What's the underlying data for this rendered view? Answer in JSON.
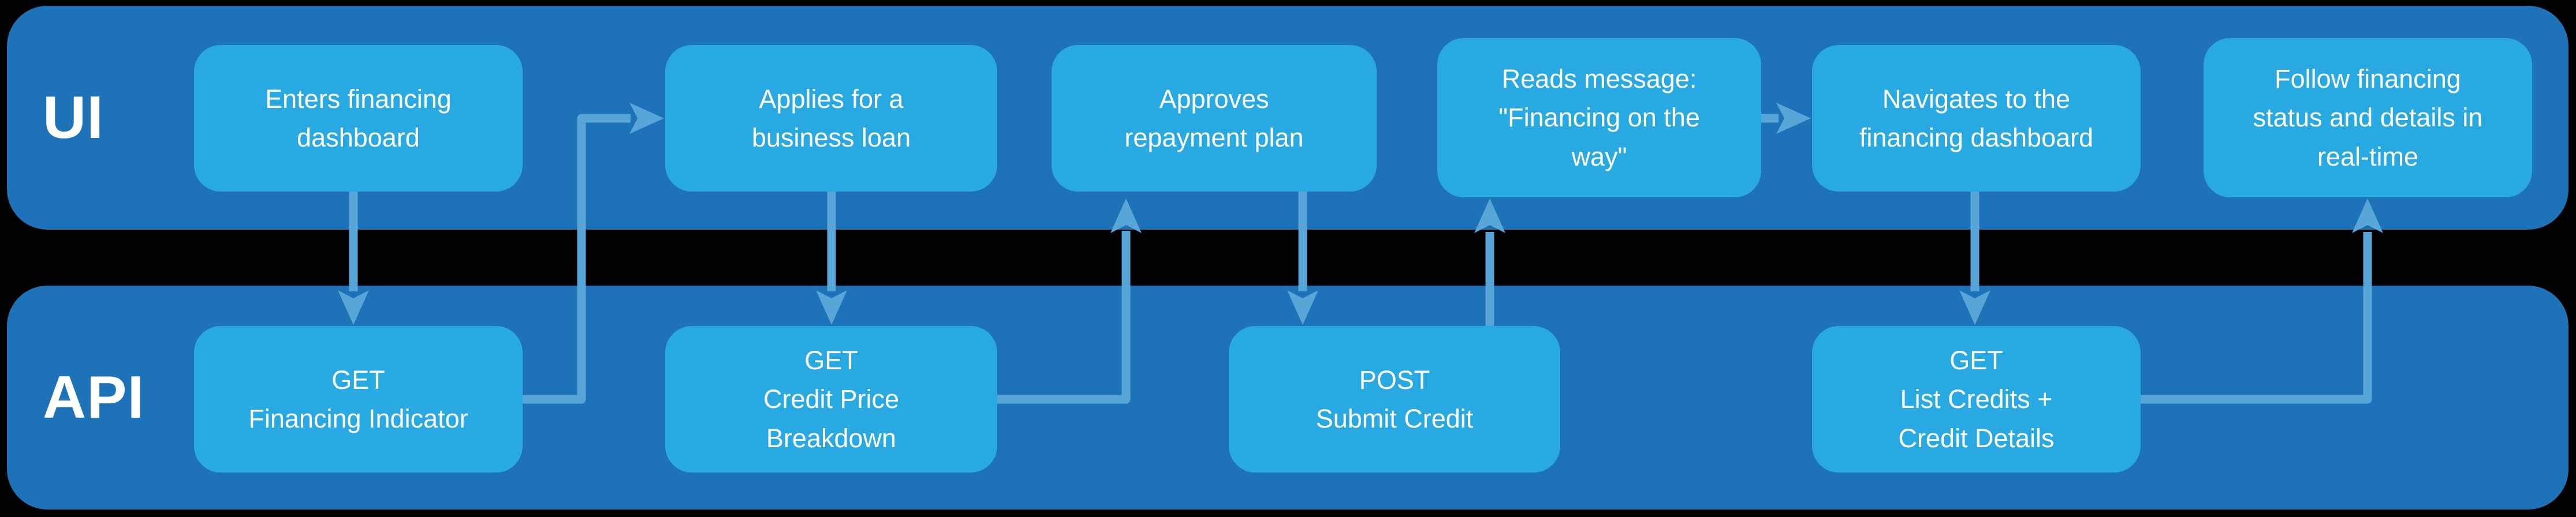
{
  "diagram": {
    "type": "swimlane-flow",
    "colors": {
      "background": "#000000",
      "lane_fill": "#1e73b8",
      "node_fill": "#29a9e1",
      "arrow": "#58a5d8",
      "text": "#ffffff"
    },
    "lanes": [
      {
        "label": "UI"
      },
      {
        "label": "API"
      }
    ],
    "ui_steps": [
      {
        "label": "Enters financing\ndashboard"
      },
      {
        "label": "Applies for a\nbusiness loan"
      },
      {
        "label": "Approves\nrepayment plan"
      },
      {
        "label": "Reads message:\n\"Financing on the\nway\""
      },
      {
        "label": "Navigates to the\nfinancing dashboard"
      },
      {
        "label": "Follow financing\nstatus and details in\nreal-time"
      }
    ],
    "api_steps": [
      {
        "label": "GET\nFinancing Indicator"
      },
      {
        "label": "GET\nCredit Price\nBreakdown"
      },
      {
        "label": "POST\nSubmit Credit"
      },
      {
        "label": "GET\nList Credits +\nCredit Details"
      }
    ]
  }
}
